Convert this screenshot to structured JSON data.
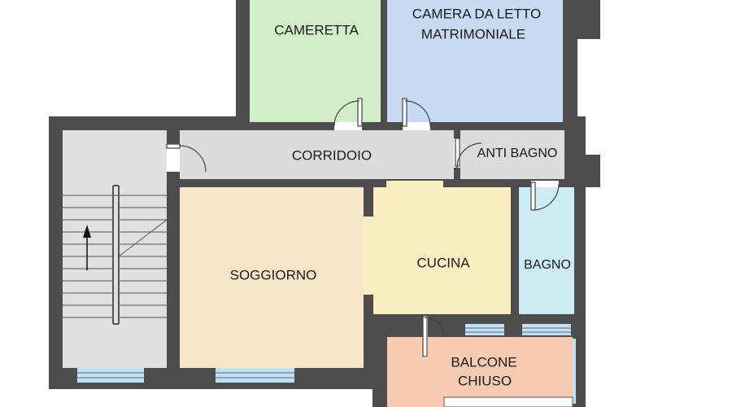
{
  "rooms": {
    "cameretta": {
      "label": "CAMERETTA",
      "color": "#d2eec8"
    },
    "camera_matrimoniale": {
      "line1": "CAMERA DA LETTO",
      "line2": "MATRIMONIALE",
      "color": "#c8daf1"
    },
    "corridoio": {
      "label": "CORRIDOIO",
      "color": "#dcdcdc"
    },
    "anti_bagno": {
      "label": "ANTI BAGNO",
      "color": "#dcdcdc"
    },
    "soggiorno": {
      "label": "SOGGIORNO",
      "color": "#f8e6c8"
    },
    "cucina": {
      "label": "CUCINA",
      "color": "#faeec0"
    },
    "bagno": {
      "label": "BAGNO",
      "color": "#cdebf3"
    },
    "balcone_chiuso": {
      "line1": "BALCONE",
      "line2": "CHIUSO",
      "color": "#f7cbb1"
    },
    "scala": {
      "color": "#e0e0e0"
    }
  },
  "colors": {
    "wall": "#4d4d4d",
    "window_glass": "#bfe0f5",
    "stair_arrow": "#111111"
  }
}
